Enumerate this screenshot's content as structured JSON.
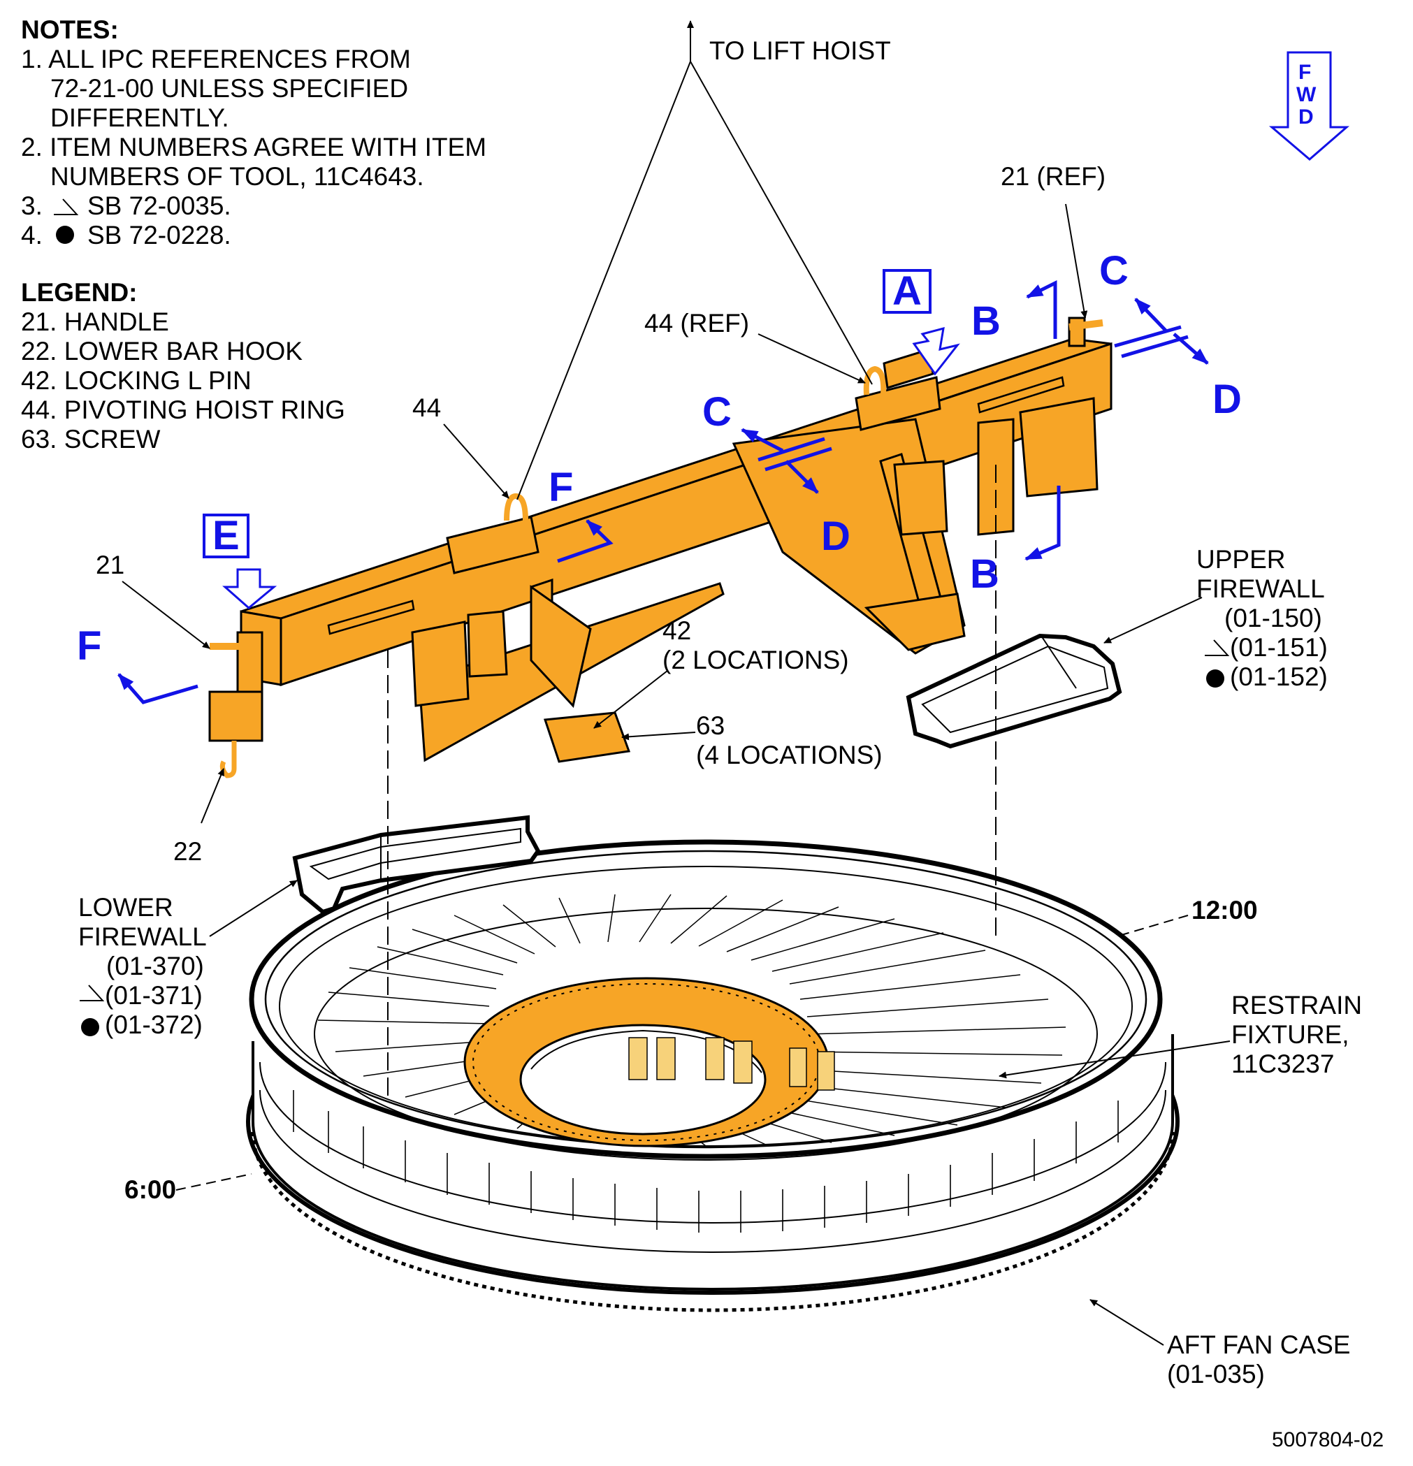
{
  "notes": {
    "heading": "NOTES:",
    "n1a": "1. ALL IPC REFERENCES FROM",
    "n1b": "72-21-00 UNLESS SPECIFIED",
    "n1c": "DIFFERENTLY.",
    "n2a": "2. ITEM NUMBERS AGREE WITH ITEM",
    "n2b": "NUMBERS OF TOOL, 11C4643.",
    "n3_prefix": "3.",
    "n3_text": "SB 72-0035.",
    "n4_prefix": "4.",
    "n4_text": "SB 72-0228."
  },
  "legend": {
    "heading": "LEGEND:",
    "items": [
      "21. HANDLE",
      "22. LOWER BAR HOOK",
      "42. LOCKING L PIN",
      "44. PIVOTING HOIST RING",
      "63. SCREW"
    ]
  },
  "fwd": {
    "f": "F",
    "w": "W",
    "d": "D"
  },
  "callouts": {
    "to_lift_hoist": "TO LIFT HOIST",
    "ref21": "21 (REF)",
    "ref44": "44 (REF)",
    "item44": "44",
    "item21": "21",
    "item22": "22",
    "item42": "42",
    "item42_loc": "(2 LOCATIONS)",
    "item63": "63",
    "item63_loc": "(4 LOCATIONS)",
    "upper_firewall_1": "UPPER",
    "upper_firewall_2": "FIREWALL",
    "upper_firewall_3": "(01-150)",
    "upper_firewall_4": "(01-151)",
    "upper_firewall_5": "(01-152)",
    "lower_firewall_1": "LOWER",
    "lower_firewall_2": "FIREWALL",
    "lower_firewall_3": "(01-370)",
    "lower_firewall_4": "(01-371)",
    "lower_firewall_5": "(01-372)",
    "restrain_1": "RESTRAIN",
    "restrain_2": "FIXTURE,",
    "restrain_3": "11C3237",
    "clock_12": "12:00",
    "clock_6": "6:00",
    "aft_fan_1": "AFT FAN CASE",
    "aft_fan_2": "(01-035)",
    "figure_id": "5007804-02"
  },
  "view_letters": {
    "a": "A",
    "b_top": "B",
    "b_bottom": "B",
    "c_right": "C",
    "d_right": "D",
    "c_mid": "C",
    "d_mid": "D",
    "e": "E",
    "f_mid": "F",
    "f_left": "F"
  },
  "colors": {
    "tool_orange": "#f7a526",
    "view_blue": "#1212e6",
    "line": "#000000"
  }
}
